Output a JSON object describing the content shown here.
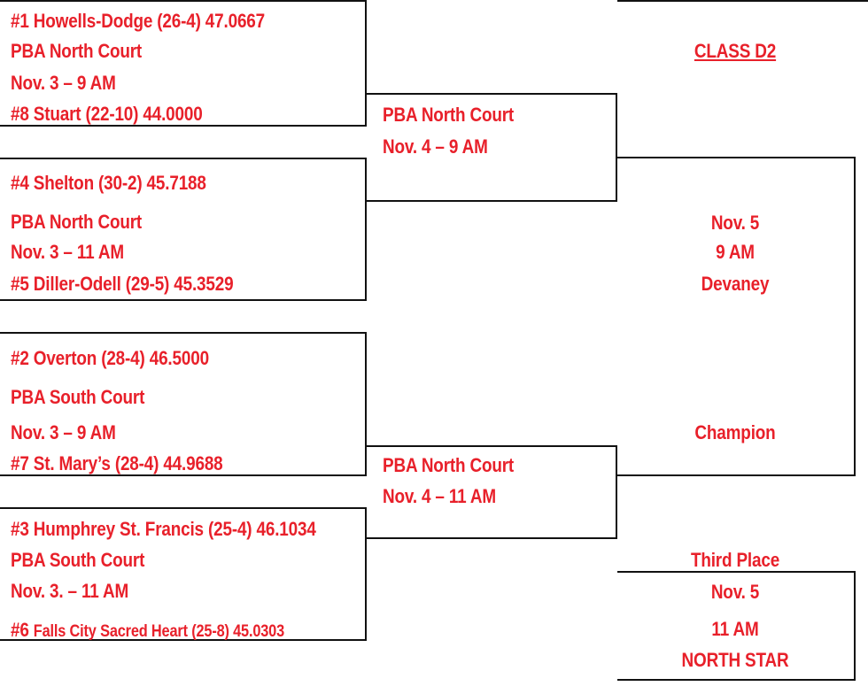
{
  "bracket": {
    "title": "CLASS D2",
    "colors": {
      "text": "#e8202a",
      "lines": "#111111"
    },
    "first_round": [
      {
        "top_team": "#1 Howells-Dodge (26-4) 47.0667",
        "venue": "PBA North Court",
        "time": "Nov. 3 – 9 AM",
        "bottom_team": "#8 Stuart (22-10) 44.0000"
      },
      {
        "top_team": "#4 Shelton (30-2) 45.7188",
        "venue": "PBA North Court",
        "time": "Nov. 3 – 11 AM",
        "bottom_team": "#5 Diller-Odell (29-5) 45.3529"
      },
      {
        "top_team": "#2 Overton (28-4) 46.5000",
        "venue": "PBA South Court",
        "time": "Nov. 3 – 9 AM",
        "bottom_team": "#7 St. Mary’s (28-4) 44.9688"
      },
      {
        "top_team": "#3 Humphrey St. Francis (25-4) 46.1034",
        "venue": "PBA South Court",
        "time": "Nov. 3. – 11 AM",
        "bottom_team_seed": "#6",
        "bottom_team": "Falls City Sacred Heart (25-8) 45.0303"
      }
    ],
    "semifinals": [
      {
        "venue": "PBA North Court",
        "time": "Nov. 4 – 9 AM"
      },
      {
        "venue": "PBA North Court",
        "time": "Nov. 4 – 11 AM"
      }
    ],
    "final": {
      "date": "Nov. 5",
      "time": "9 AM",
      "venue": "Devaney",
      "result_label": "Champion"
    },
    "third_place": {
      "label": "Third Place",
      "date": "Nov. 5",
      "time": "11 AM",
      "venue": "NORTH STAR"
    }
  }
}
